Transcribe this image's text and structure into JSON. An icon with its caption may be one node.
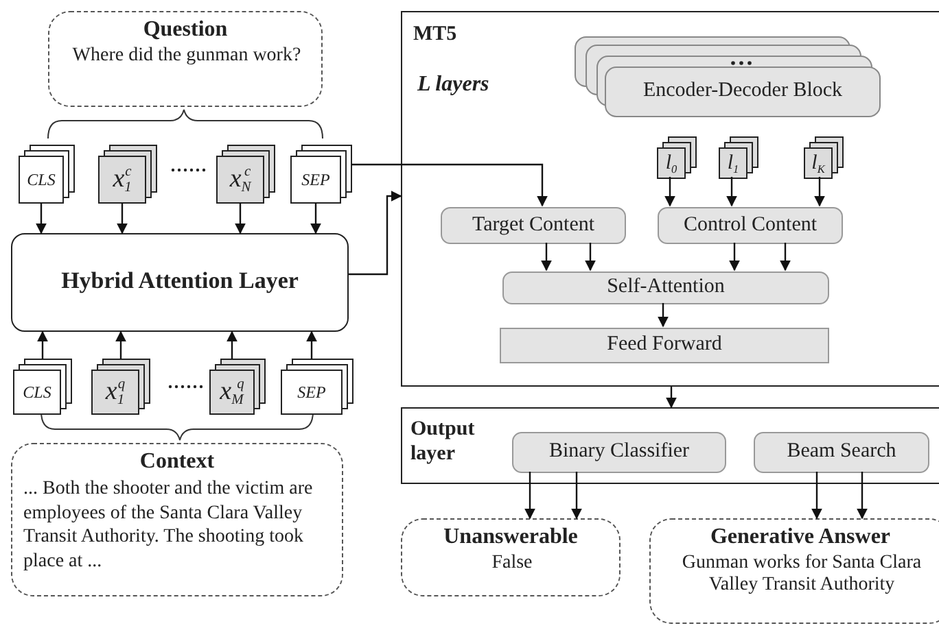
{
  "diagram": {
    "nodes": [
      {
        "text": [
          "Question",
          "Where did the gunman work?"
        ]
      },
      {
        "text": [
          "CLS"
        ]
      },
      {
        "text": [
          "x$_{1}$$^{c}$"
        ]
      },
      {
        "text": [
          "x$_{N}$$^{c}$"
        ]
      },
      {
        "text": [
          "SEP"
        ]
      },
      {
        "text": [
          "Hybrid Attention Layer"
        ]
      },
      {
        "text": [
          "CLS"
        ]
      },
      {
        "text": [
          "x$_{1}$$^{q}$"
        ]
      },
      {
        "text": [
          "x$_{M}$$^{q}$"
        ]
      },
      {
        "text": [
          "SEP"
        ]
      },
      {
        "text": [
          "Context",
          "... Both the shooter and the victim are employees of the Santa Clara Valley Transit Authority. The shooting took place at ..."
        ]
      },
      {
        "text": [
          "MT5"
        ]
      },
      {
        "text": [
          "Encoder-Decoder Block"
        ],
        "in": 11
      },
      {
        "text": [
          "l$_{0}$"
        ],
        "in": 11
      },
      {
        "text": [
          "l$_{1}$"
        ],
        "in": 11
      },
      {
        "text": [
          "l$_{K}$"
        ],
        "in": 11
      },
      {
        "text": [
          "Target Content"
        ],
        "in": 11
      },
      {
        "text": [
          "Control Content"
        ],
        "in": 11
      },
      {
        "text": [
          "Self-Attention"
        ],
        "in": 11
      },
      {
        "text": [
          "Feed Forward"
        ],
        "in": 11
      },
      {
        "text": [
          "Output layer"
        ]
      },
      {
        "text": [
          "Binary Classifier"
        ],
        "in": 20
      },
      {
        "text": [
          "Beam Search"
        ],
        "in": 20
      },
      {
        "text": [
          "Unanswerable",
          "False"
        ]
      },
      {
        "text": [
          "Generative Answer",
          "Gunman works for Santa Clara Valley Transit Authority"
        ]
      }
    ],
    "edges": [
      {
        "from": 1,
        "to": 5,
        "arrow": "to"
      },
      {
        "from": 2,
        "to": 5,
        "arrow": "to"
      },
      {
        "from": 3,
        "to": 5,
        "arrow": "to"
      },
      {
        "from": 4,
        "to": 5,
        "arrow": "to"
      },
      {
        "from": 6,
        "to": 5,
        "arrow": "to"
      },
      {
        "from": 7,
        "to": 5,
        "arrow": "to"
      },
      {
        "from": 8,
        "to": 5,
        "arrow": "to"
      },
      {
        "from": 9,
        "to": 5,
        "arrow": "to"
      },
      {
        "from": 4,
        "to": 16,
        "arrow": "to"
      },
      {
        "from": 5,
        "to": 11,
        "arrow": "to"
      },
      {
        "from": 13,
        "to": 17,
        "arrow": "to"
      },
      {
        "from": 14,
        "to": 17,
        "arrow": "to"
      },
      {
        "from": 15,
        "to": 17,
        "arrow": "to"
      },
      {
        "from": 16,
        "to": 18,
        "arrow": "to"
      },
      {
        "from": 16,
        "to": 18,
        "arrow": "to"
      },
      {
        "from": 17,
        "to": 18,
        "arrow": "to"
      },
      {
        "from": 17,
        "to": 18,
        "arrow": "to"
      },
      {
        "from": 18,
        "to": 19,
        "arrow": "to"
      },
      {
        "from": 11,
        "to": 20,
        "arrow": "to"
      },
      {
        "from": 21,
        "to": 23,
        "arrow": "to"
      },
      {
        "from": 21,
        "to": 23,
        "arrow": "to"
      },
      {
        "from": 22,
        "to": 24,
        "arrow": "to"
      },
      {
        "from": 22,
        "to": 24,
        "arrow": "to"
      }
    ],
    "labels": [
      "L layers"
    ]
  }
}
